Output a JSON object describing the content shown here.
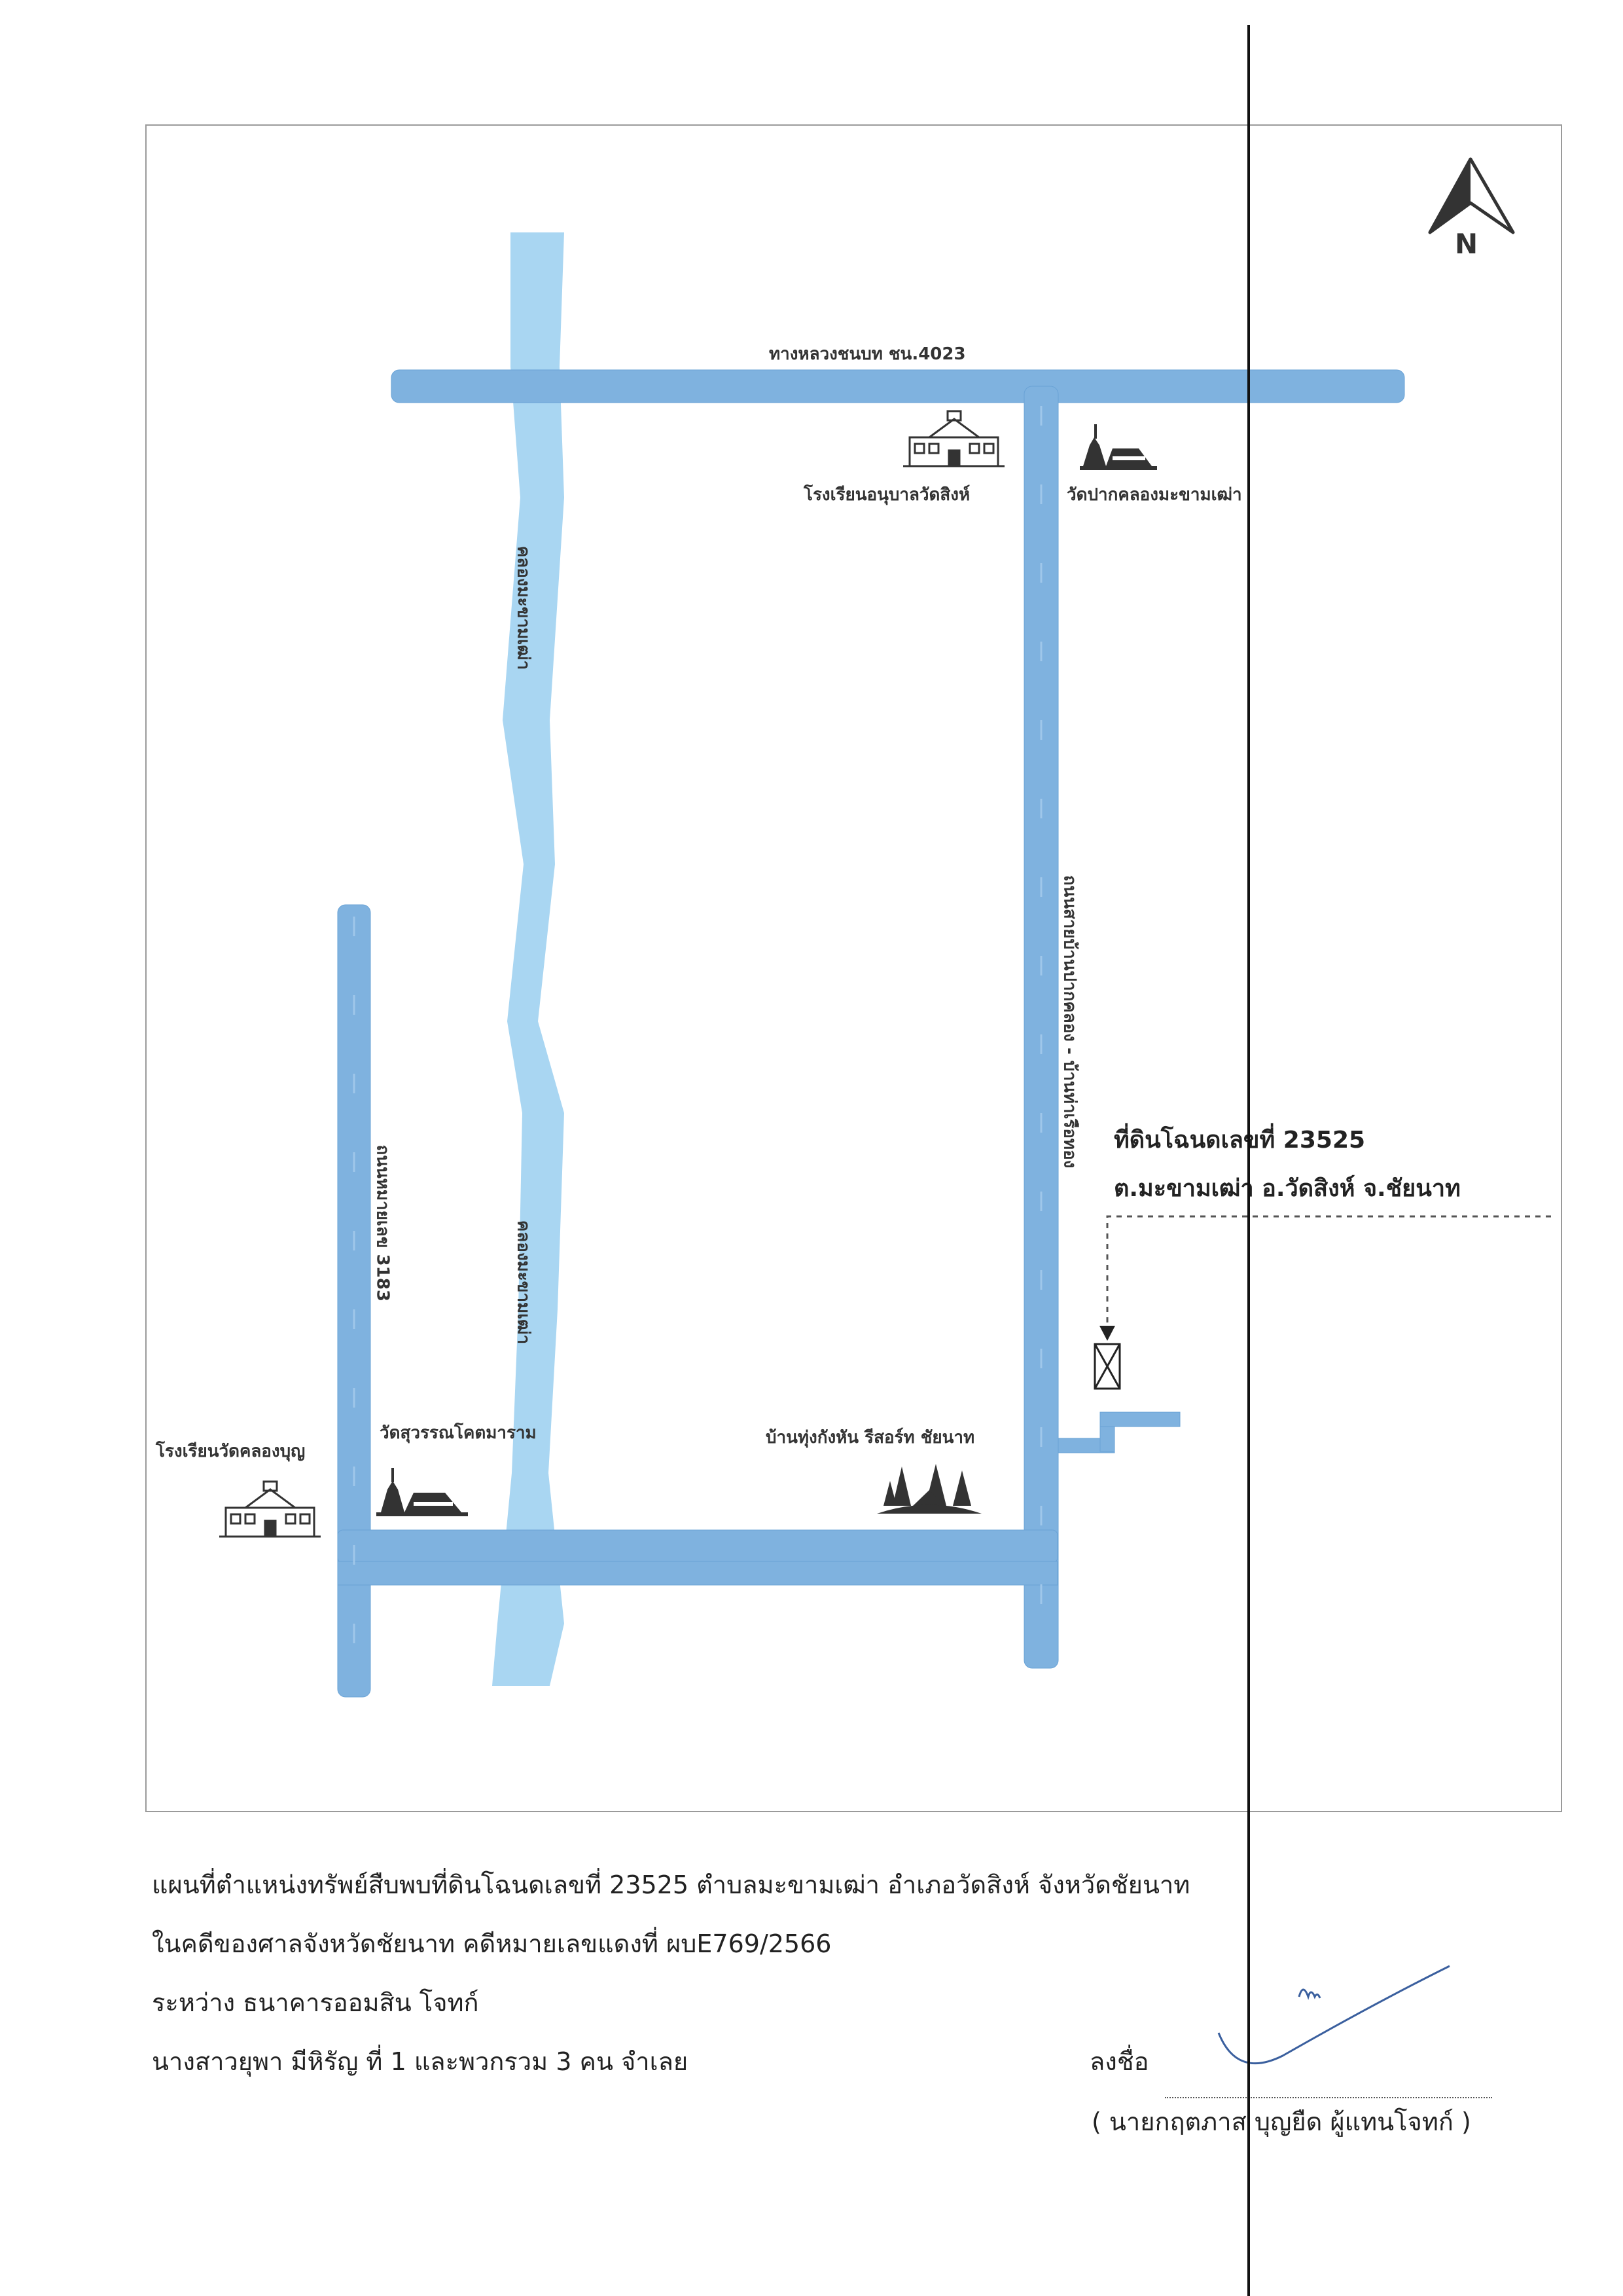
{
  "map": {
    "north_label": "N",
    "roads": {
      "top_road": "ทางหลวงชนบท ชน.4023",
      "right_road": "ถนนสายบ้านปากคลอง - บ้านท่าเรือทอง",
      "left_road": "ถนนหมายเลข 3183"
    },
    "canal": {
      "upper": "คลองมะขามเฒ่า",
      "lower": "คลองมะขามเฒ่า"
    },
    "places": {
      "school_top": "โรงเรียนอนุบาลวัดสิงห์",
      "temple_top": "วัดปากคลองมะขามเฒ่า",
      "school_left": "โรงเรียนวัดคลองบุญ",
      "temple_bottom": "วัดสุวรรณโคตมาราม",
      "resort": "บ้านทุ่งกังหัน รีสอร์ท ชัยนาท"
    },
    "plot": {
      "line1": "ที่ดินโฉนดเลขที่ 23525",
      "line2": "ต.มะขามเฒ่า  อ.วัดสิงห์  จ.ชัยนาท"
    },
    "colors": {
      "road": "#7fb2df",
      "canal": "#a9d6f2"
    }
  },
  "caption": {
    "line1": "แผนที่ตำแหน่งทรัพย์สืบพบที่ดินโฉนดเลขที่ 23525  ตำบลมะขามเฒ่า  อำเภอวัดสิงห์  จังหวัดชัยนาท",
    "line2": "ในคดีของศาลจังหวัดชัยนาท  คดีหมายเลขแดงที่ ผบE769/2566",
    "line3": "ระหว่าง  ธนาคารออมสิน      โจทก์",
    "line4": "นางสาวยุพา  มีหิรัญ ที่ 1 และพวกรวม 3 คน       จำเลย",
    "sign_label": "ลงชื่อ",
    "signer": "( นายกฤตภาส  บุญยืด    ผู้แทนโจทก์ )"
  }
}
